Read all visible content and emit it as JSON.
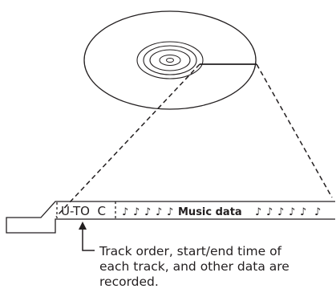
{
  "diagram": {
    "toc_label": "U-TO  C",
    "music_label": "Music data",
    "note_symbol": "♪",
    "caption_lines": [
      "Track order, start/end time of",
      "each track, and other data are",
      "recorded."
    ],
    "line_color": "#231f20"
  }
}
